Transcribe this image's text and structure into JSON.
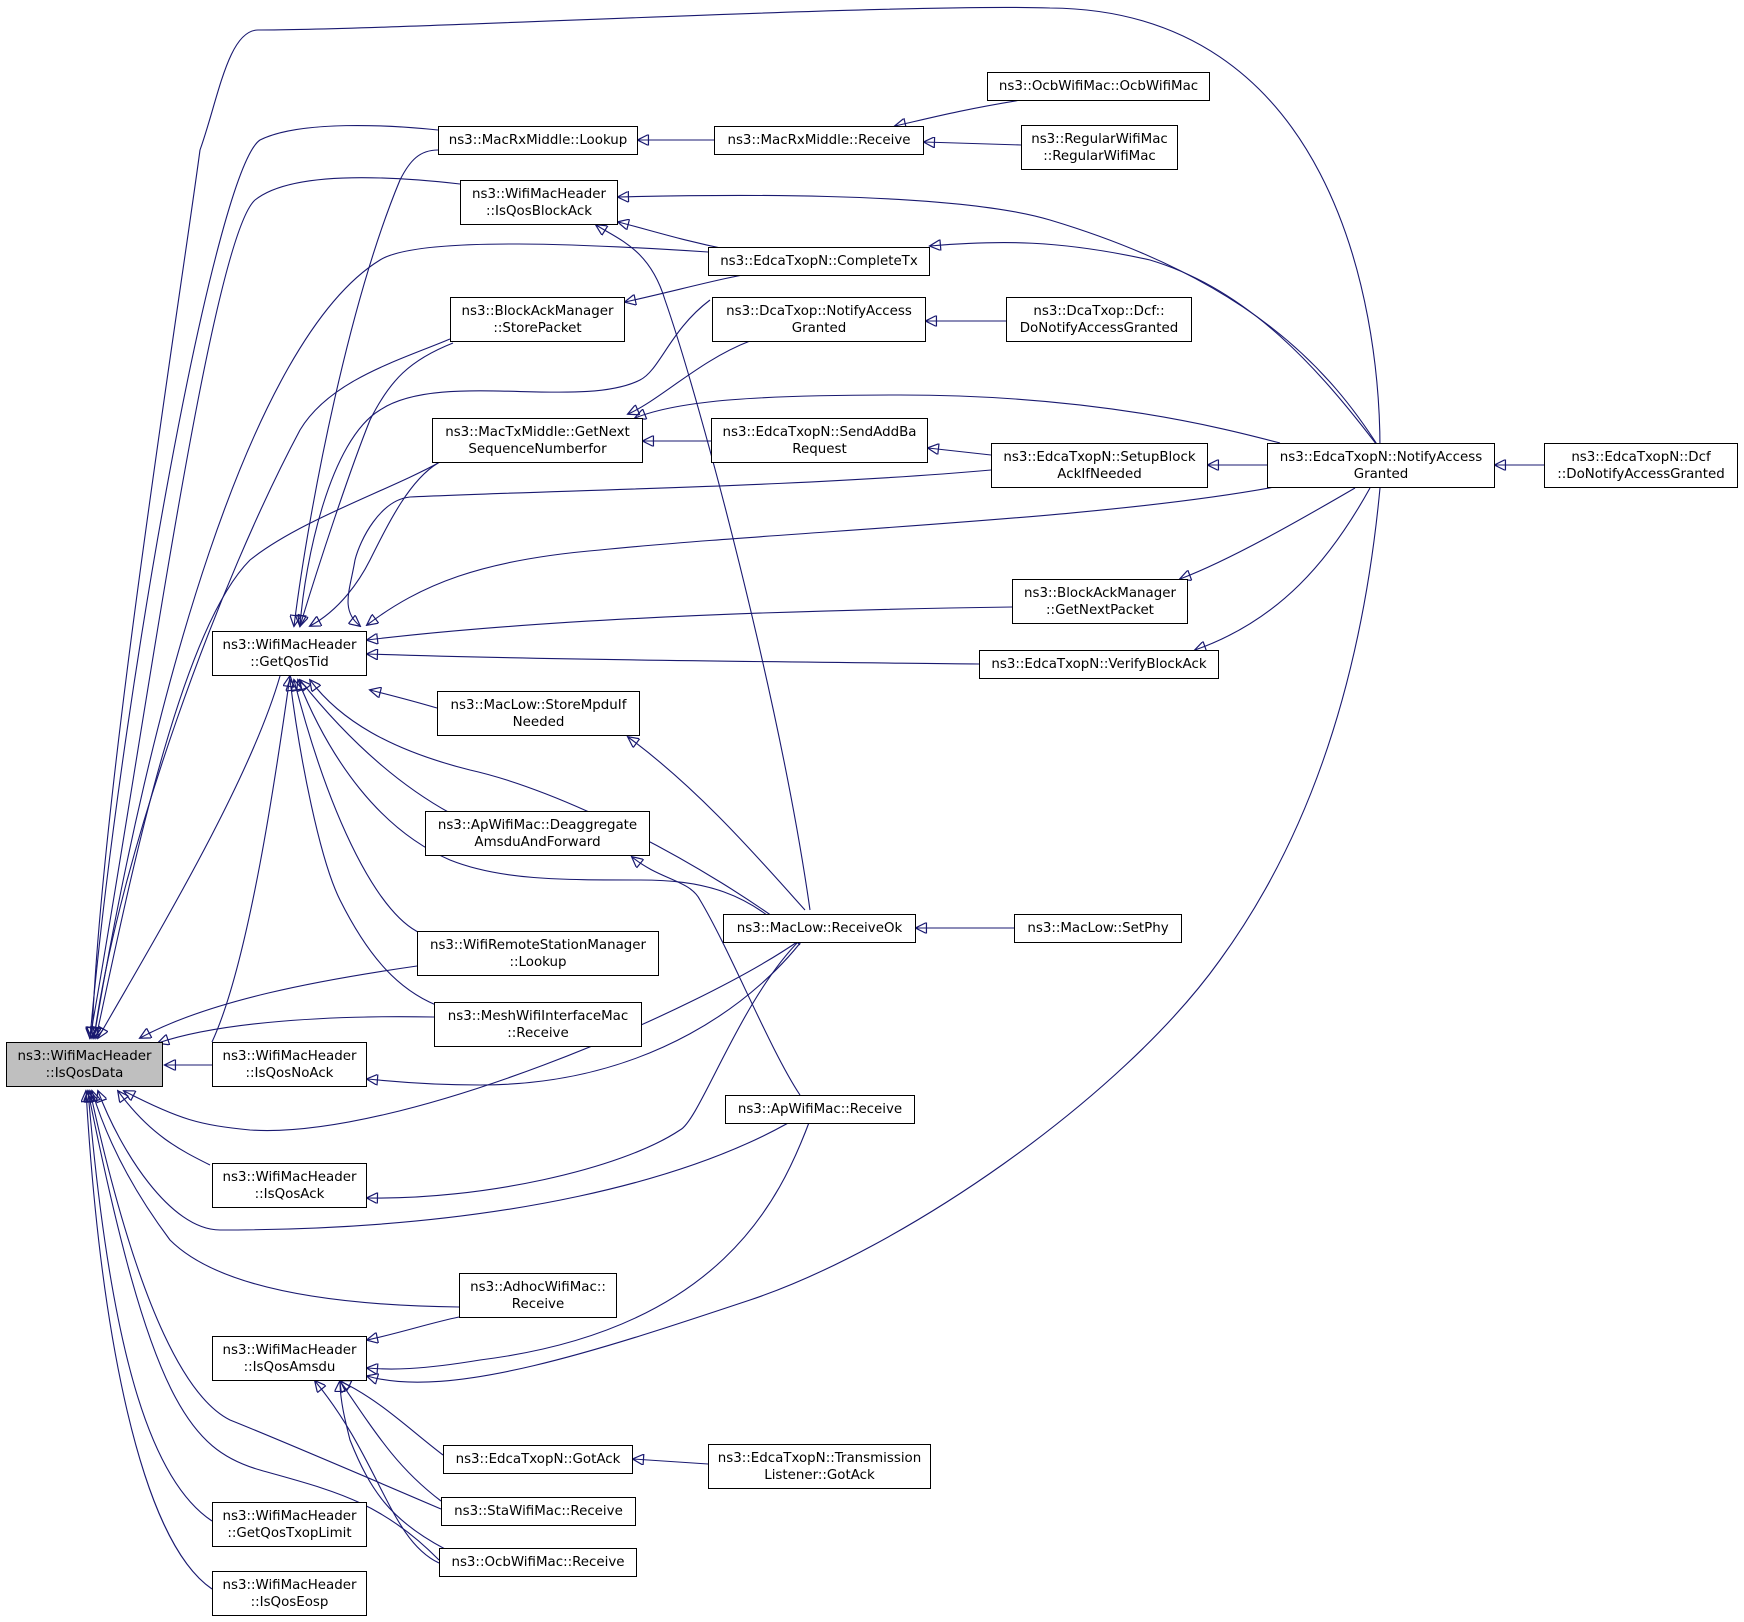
{
  "diagram": {
    "colors": {
      "edge": "#191970",
      "node_border": "#000000",
      "root_fill": "#bfbfbf",
      "node_fill": "#ffffff"
    },
    "nodes": [
      {
        "id": "root",
        "lines": [
          "ns3::WifiMacHeader",
          "::IsQosData"
        ]
      },
      {
        "id": "getqostid",
        "lines": [
          "ns3::WifiMacHeader",
          "::GetQosTid"
        ]
      },
      {
        "id": "isqosnoack",
        "lines": [
          "ns3::WifiMacHeader",
          "::IsQosNoAck"
        ]
      },
      {
        "id": "isqosack",
        "lines": [
          "ns3::WifiMacHeader",
          "::IsQosAck"
        ]
      },
      {
        "id": "isqosamsdu",
        "lines": [
          "ns3::WifiMacHeader",
          "::IsQosAmsdu"
        ]
      },
      {
        "id": "getqostxoplimit",
        "lines": [
          "ns3::WifiMacHeader",
          "::GetQosTxopLimit"
        ]
      },
      {
        "id": "isqoseosp",
        "lines": [
          "ns3::WifiMacHeader",
          "::IsQosEosp"
        ]
      },
      {
        "id": "macrxlookup",
        "lines": [
          "ns3::MacRxMiddle::Lookup"
        ]
      },
      {
        "id": "isqosblockack",
        "lines": [
          "ns3::WifiMacHeader",
          "::IsQosBlockAck"
        ]
      },
      {
        "id": "bamstorepacket",
        "lines": [
          "ns3::BlockAckManager",
          "::StorePacket"
        ]
      },
      {
        "id": "mactxgetnext",
        "lines": [
          "ns3::MacTxMiddle::GetNext",
          "SequenceNumberfor"
        ]
      },
      {
        "id": "maclowstorempdu",
        "lines": [
          "ns3::MacLow::StoreMpduIf",
          "Needed"
        ]
      },
      {
        "id": "apdeaggregate",
        "lines": [
          "ns3::ApWifiMac::Deaggregate",
          "AmsduAndForward"
        ]
      },
      {
        "id": "wrsmlookup",
        "lines": [
          "ns3::WifiRemoteStationManager",
          "::Lookup"
        ]
      },
      {
        "id": "meshreceive",
        "lines": [
          "ns3::MeshWifiInterfaceMac",
          "::Receive"
        ]
      },
      {
        "id": "adhocreceive",
        "lines": [
          "ns3::AdhocWifiMac::",
          "Receive"
        ]
      },
      {
        "id": "edcagotack",
        "lines": [
          "ns3::EdcaTxopN::GotAck"
        ]
      },
      {
        "id": "stareceive",
        "lines": [
          "ns3::StaWifiMac::Receive"
        ]
      },
      {
        "id": "ocbreceive",
        "lines": [
          "ns3::OcbWifiMac::Receive"
        ]
      },
      {
        "id": "macrxreceive",
        "lines": [
          "ns3::MacRxMiddle::Receive"
        ]
      },
      {
        "id": "edcacompletetx",
        "lines": [
          "ns3::EdcaTxopN::CompleteTx"
        ]
      },
      {
        "id": "dcanotify",
        "lines": [
          "ns3::DcaTxop::NotifyAccess",
          "Granted"
        ]
      },
      {
        "id": "edcasendaddba",
        "lines": [
          "ns3::EdcaTxopN::SendAddBa",
          "Request"
        ]
      },
      {
        "id": "maclowreceiveok",
        "lines": [
          "ns3::MacLow::ReceiveOk"
        ]
      },
      {
        "id": "apreceive",
        "lines": [
          "ns3::ApWifiMac::Receive"
        ]
      },
      {
        "id": "edcatranslistener",
        "lines": [
          "ns3::EdcaTxopN::Transmission",
          "Listener::GotAck"
        ]
      },
      {
        "id": "ocbctor",
        "lines": [
          "ns3::OcbWifiMac::OcbWifiMac"
        ]
      },
      {
        "id": "regularctor",
        "lines": [
          "ns3::RegularWifiMac",
          "::RegularWifiMac"
        ]
      },
      {
        "id": "dcfnotify",
        "lines": [
          "ns3::DcaTxop::Dcf::",
          "DoNotifyAccessGranted"
        ]
      },
      {
        "id": "edcasetupblock",
        "lines": [
          "ns3::EdcaTxopN::SetupBlock",
          "AckIfNeeded"
        ]
      },
      {
        "id": "bamgetnext",
        "lines": [
          "ns3::BlockAckManager",
          "::GetNextPacket"
        ]
      },
      {
        "id": "edcaverify",
        "lines": [
          "ns3::EdcaTxopN::VerifyBlockAck"
        ]
      },
      {
        "id": "maclowsetphy",
        "lines": [
          "ns3::MacLow::SetPhy"
        ]
      },
      {
        "id": "edcanotify",
        "lines": [
          "ns3::EdcaTxopN::NotifyAccess",
          "Granted"
        ]
      },
      {
        "id": "edcadcfnotify",
        "lines": [
          "ns3::EdcaTxopN::Dcf",
          "::DoNotifyAccessGranted"
        ]
      }
    ]
  }
}
